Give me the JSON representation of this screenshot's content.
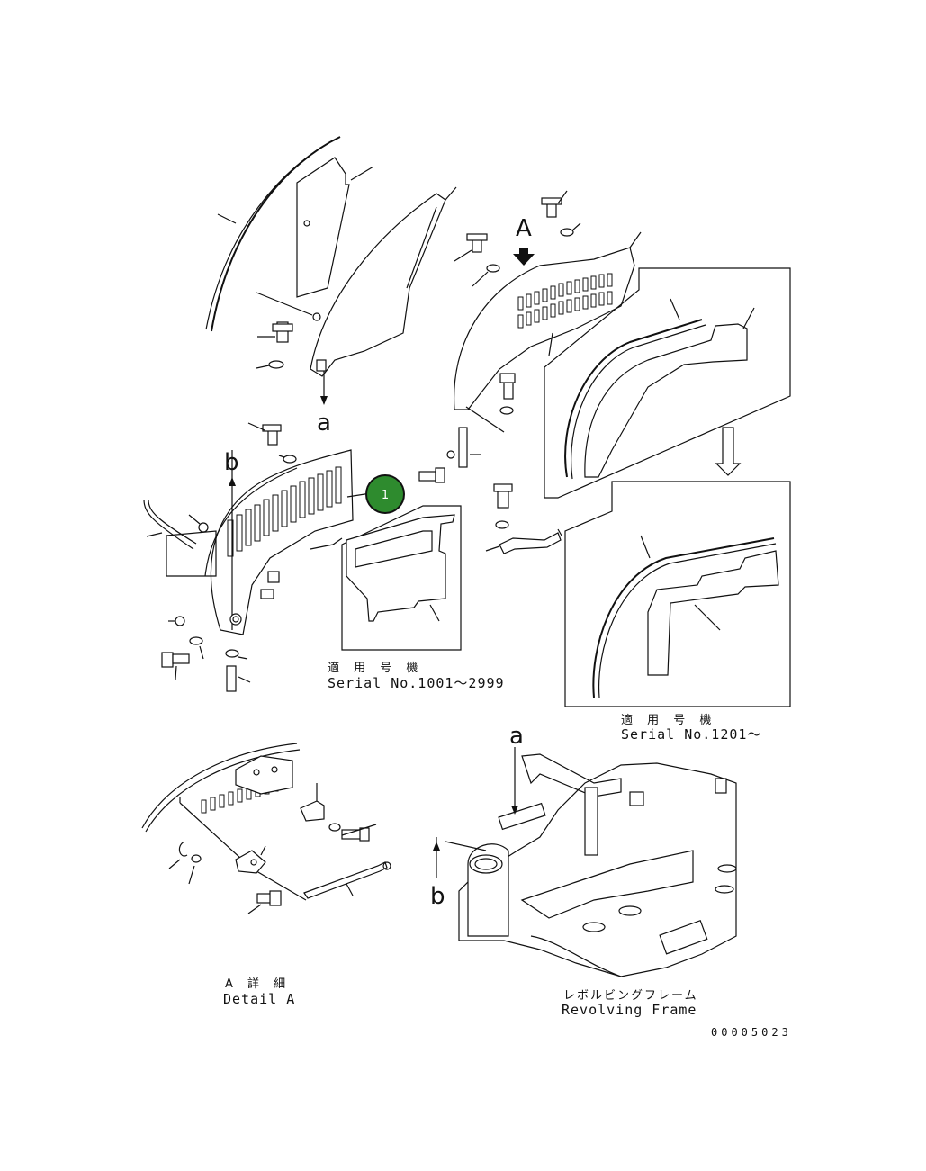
{
  "callout": {
    "number": "1",
    "color": "#2e8b2e"
  },
  "view_labels": {
    "A_top": "A",
    "a_top": "a",
    "b_left": "b",
    "a_frame": "a",
    "b_frame": "b"
  },
  "serial_note_1": {
    "jp": "適 用 号 機",
    "en": "Serial No.1001～2999"
  },
  "serial_note_2": {
    "jp": "適 用 号 機",
    "en": "Serial No.1201～"
  },
  "detail_a": {
    "jp": "A 詳 細",
    "en": "Detail A"
  },
  "revolving_frame": {
    "jp": "レボルビングフレーム",
    "en": "Revolving Frame"
  },
  "drawing_number": "00005023"
}
